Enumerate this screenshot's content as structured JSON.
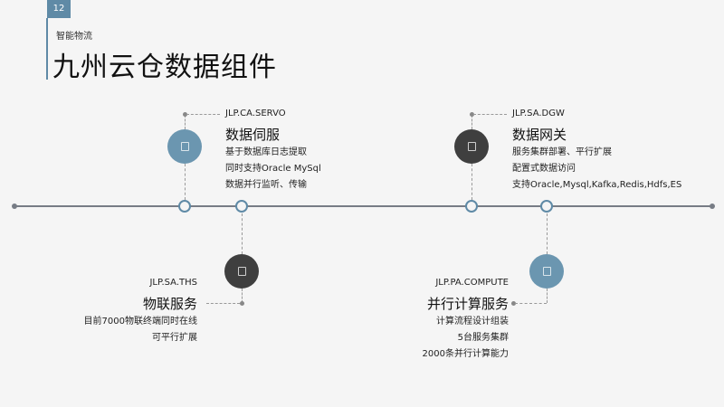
{
  "page_number": "12",
  "header": {
    "subtitle": "智能物流",
    "title": "九州云仓数据组件"
  },
  "components": [
    {
      "code": "JLP.CA.SERVO",
      "title": "数据伺服",
      "lines": [
        "基于数据库日志提取",
        "同时支持Oracle MySql",
        "数据并行监听、传输"
      ],
      "circle_color": "#6b96b0",
      "icon": "square-icon"
    },
    {
      "code": "JLP.SA.THS",
      "title": "物联服务",
      "lines": [
        "目前7000物联终端同时在线",
        "可平行扩展"
      ],
      "circle_color": "#3f3f3f",
      "icon": "square-icon"
    },
    {
      "code": "JLP.SA.DGW",
      "title": "数据网关",
      "lines": [
        "服务集群部署、平行扩展",
        "配置式数据访问",
        "支持Oracle,Mysql,Kafka,Redis,Hdfs,ES"
      ],
      "circle_color": "#3f3f3f",
      "icon": "square-icon"
    },
    {
      "code": "JLP.PA.COMPUTE",
      "title": "并行计算服务",
      "lines": [
        "计算流程设计组装",
        "5台服务集群",
        "2000条并行计算能力"
      ],
      "circle_color": "#6b96b0",
      "icon": "square-icon"
    }
  ]
}
